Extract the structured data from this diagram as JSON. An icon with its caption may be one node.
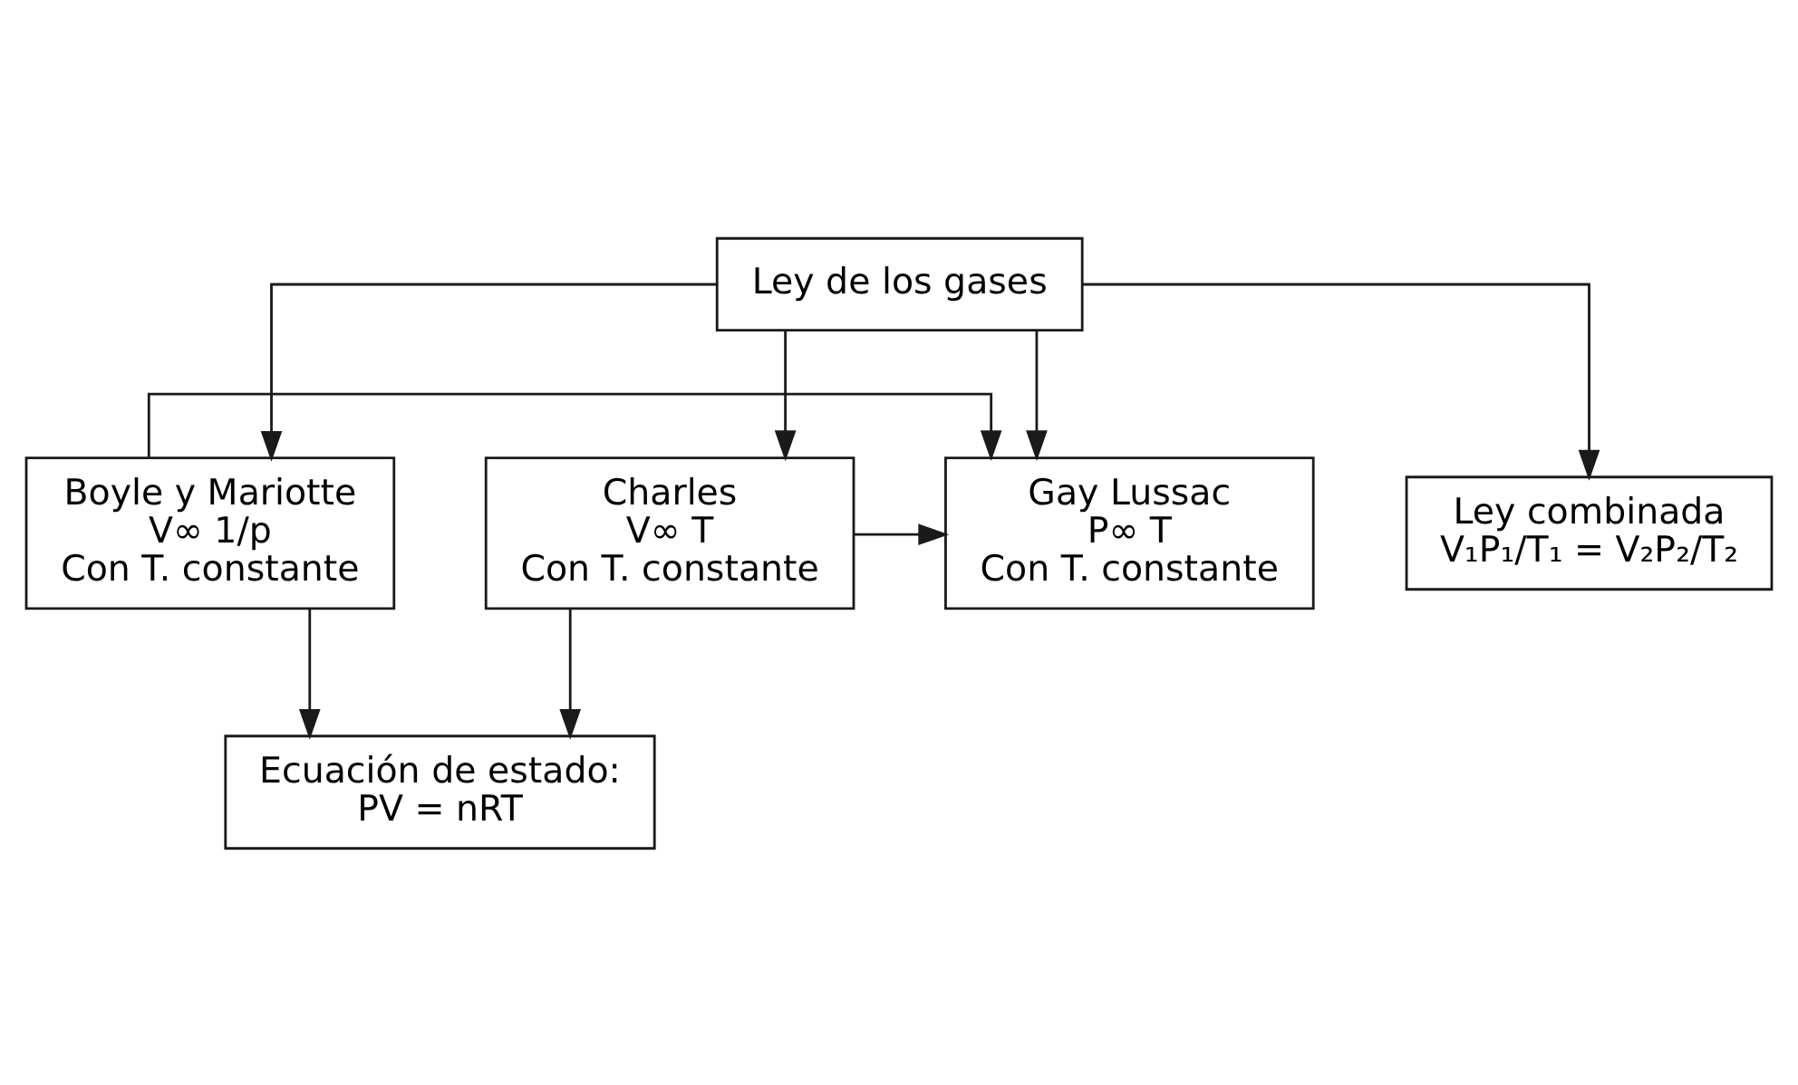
{
  "diagram": {
    "nodes": [
      {
        "text": [
          "Ley de los gases"
        ]
      },
      {
        "text": [
          "Boyle y Mariotte",
          "V∞ 1/p",
          "Con T. constante"
        ]
      },
      {
        "text": [
          "Charles",
          "V∞ T",
          "Con T. constante"
        ]
      },
      {
        "text": [
          "Gay Lussac",
          "P∞ T",
          "Con T. constante"
        ]
      },
      {
        "text": [
          "Ley combinada",
          "V₁P₁/T₁ = V₂P₂/T₂"
        ]
      },
      {
        "text": [
          "Ecuación de estado:",
          "PV = nRT"
        ]
      }
    ],
    "edges": [
      {
        "from": 0,
        "to": 1,
        "arrow": "to"
      },
      {
        "from": 0,
        "to": 2,
        "arrow": "to"
      },
      {
        "from": 0,
        "to": 3,
        "arrow": "to"
      },
      {
        "from": 0,
        "to": 4,
        "arrow": "to"
      },
      {
        "from": 1,
        "to": 5,
        "arrow": "to"
      },
      {
        "from": 2,
        "to": 5,
        "arrow": "to"
      },
      {
        "from": 1,
        "to": 3,
        "arrow": "to"
      },
      {
        "from": 2,
        "to": 3,
        "arrow": "to"
      }
    ]
  }
}
